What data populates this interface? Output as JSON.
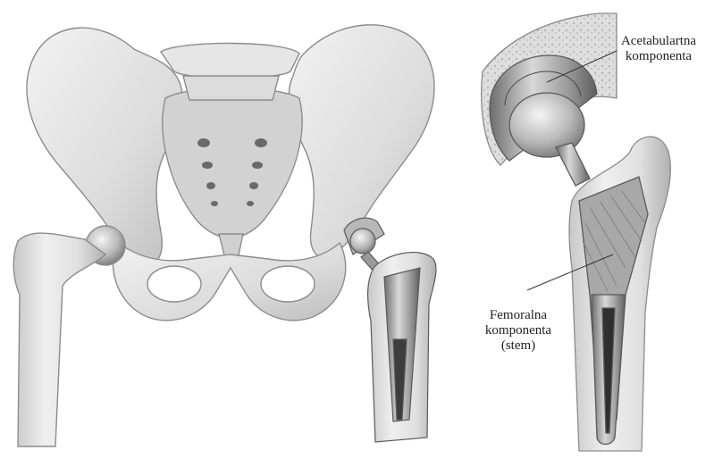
{
  "labels": {
    "acetabular": {
      "line1": "Acetabulartna",
      "line2": "komponenta"
    },
    "femoral": {
      "line1": "Femoralna",
      "line2": "komponenta",
      "line3": "(stem)"
    }
  },
  "colors": {
    "bone_fill": "#e4e4e4",
    "bone_edge": "#8c8c8c",
    "bone_shadow": "#a9a9a9",
    "metal_fill": "#bdbdbd",
    "metal_dark": "#5a5a5a",
    "leader_line": "#333333"
  }
}
